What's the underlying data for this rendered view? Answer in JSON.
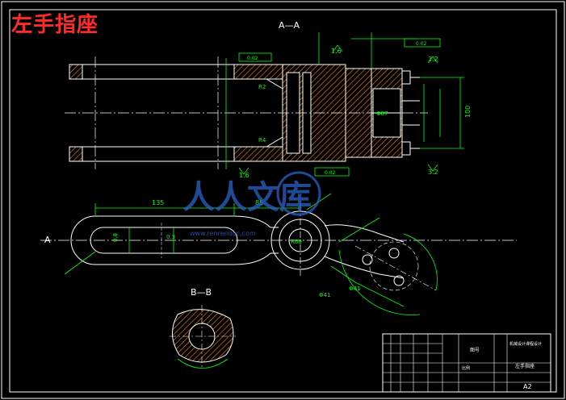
{
  "drawing": {
    "title": "左手指座",
    "section_aa_label": "A—A",
    "section_bb_label": "B—B",
    "section_a_marker": "A",
    "watermark_text": "人人文库",
    "watermark_url": "www.renrendoc.com"
  },
  "dimensions": {
    "d135": "135",
    "d85": "85",
    "d100": "100",
    "r2": "R2",
    "r4": "R4",
    "phi87": "Φ87",
    "d16a": "1.6",
    "d16b": "1.6",
    "d32a": "3.2",
    "d32b": "3.2",
    "d08": "0.8",
    "d03": "0.3",
    "r60": "R60",
    "tol_box1": "0.02",
    "tol_box2": "0.02",
    "tol_box3": "0.02",
    "phi41": "Φ41",
    "phi41b": "Φ41"
  },
  "title_block": {
    "part_name": "左手指座",
    "school": "机械设计课程设计",
    "sheet_size": "A2",
    "ratio": "比例",
    "drawing_no": "图号"
  },
  "colors": {
    "background": "#000000",
    "outline": "#ffffff",
    "dimension": "#00ff00",
    "hatch": "#ff8a00",
    "title_red": "#ff2b2b",
    "watermark": "#2b63c8",
    "centerline": "#ffffff"
  }
}
